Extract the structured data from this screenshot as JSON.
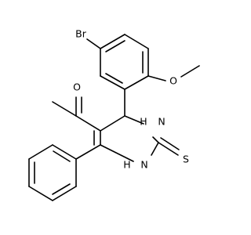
{
  "molecule": {
    "atoms": {
      "br": "Br",
      "o_methoxy": "O",
      "o_carbonyl": "O",
      "n_top": "H N",
      "n_top_h": "H",
      "n_top_n": "N",
      "n_bottom_h": "H",
      "n_bottom_n": "N",
      "s": "S"
    }
  }
}
